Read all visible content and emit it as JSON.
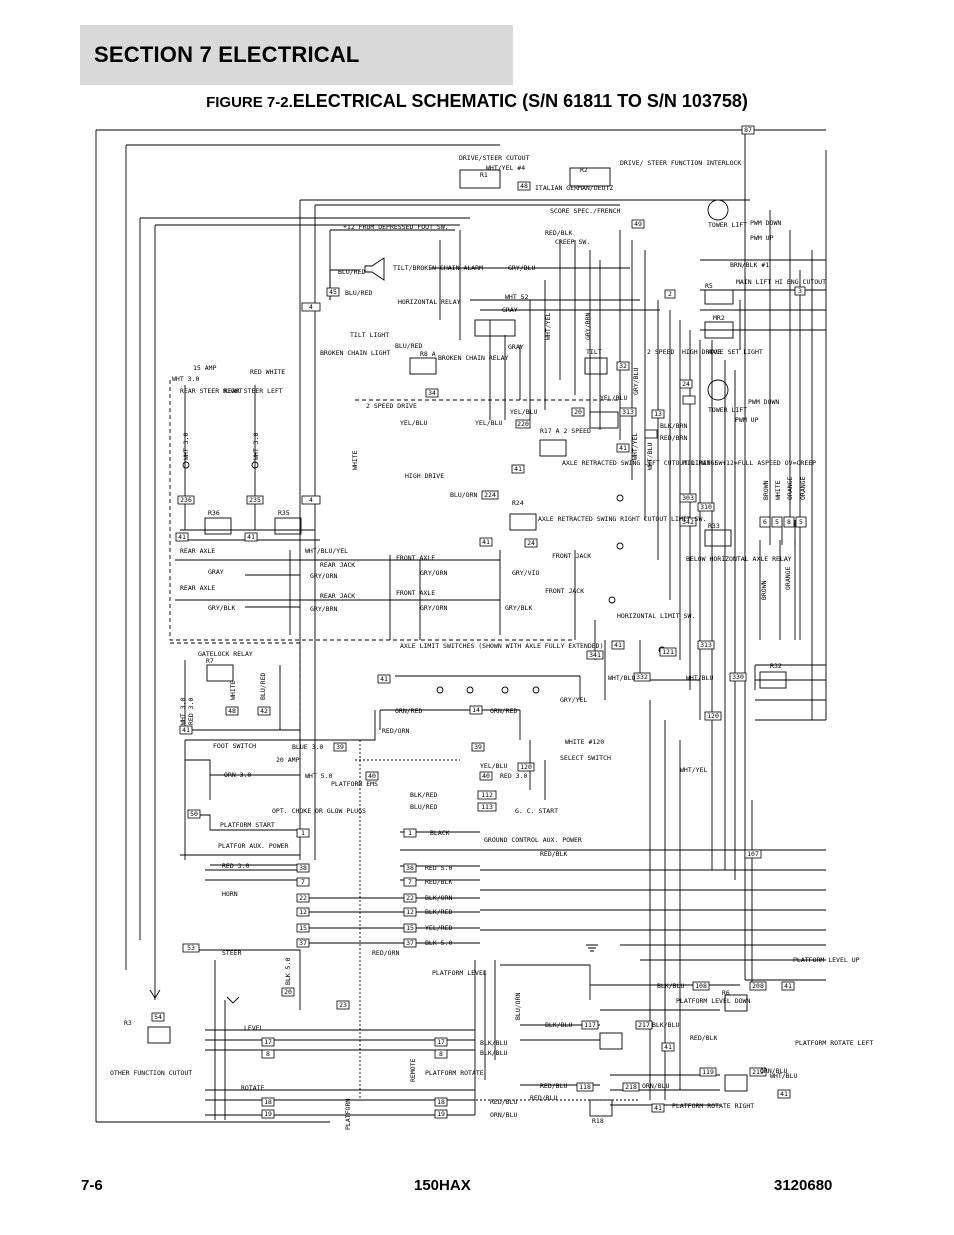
{
  "header": {
    "section": "SECTION 7   ELECTRICAL",
    "figure_prefix": "FIGURE 7-2.",
    "figure_title": "ELECTRICAL SCHEMATIC (S/N 61811 TO S/N 103758)"
  },
  "footer": {
    "page": "7-6",
    "model": "150HAX",
    "doc_number": "3120680"
  },
  "schematic": {
    "labels": {
      "drive_steer_cutout": "DRIVE/STEER CUTOUT",
      "wht_yel_4": "WHT/YEL #4",
      "drive_steer_function_interlock": "DRIVE/ STEER FUNCTION INTERLOCK",
      "italian_german_deutz": "ITALIAN GERMAN/DEUTZ",
      "score_spec_french": "SCORE SPEC./FRENCH",
      "from_depressed_foot_sw": "+12 FROM DEPRESSED FOOT SW.",
      "red_blk": "RED/BLK",
      "creep_sw": "CREEP SW.",
      "tilt_broken_chain_alarm": "TILT/BROKEN CHAIN ALARM",
      "blu_red": "BLU/RED",
      "gry_blu": "GRY/BLU",
      "horizontal_relay": "HORIZONTAL RELAY",
      "wht_52": "WHT 52",
      "gray": "GRAY",
      "tilt_light": "TILT LIGHT",
      "broken_chain_light": "BROKEN CHAIN LIGHT",
      "broken_chain_relay": "BROKEN CHAIN RELAY",
      "tilt": "TILT",
      "amp_15": "15 AMP",
      "red_white": "RED WHITE",
      "wht_30": "WHT 3.0",
      "rear_steer_right": "REAR STEER RIGHT",
      "rear_steer_left": "REAR STEER LEFT",
      "two_speed_drive": "2 SPEED DRIVE",
      "yel_blu": "YEL/BLU",
      "r17a_2speed": "R17 A 2 SPEED",
      "high_drive": "HIGH DRIVE",
      "blu_orn": "BLU/ORN",
      "axle_retracted_swing_left": "AXLE RETRACTED SWING LEFT CUTOUT LIMIT SW.",
      "axle_retracted_swing_right": "AXLE RETRACTED SWING RIGHT CUTOUT LIMIT SW.",
      "rear_axle": "REAR AXLE",
      "rear_jack": "REAR JACK",
      "front_axle": "FRONT AXLE",
      "front_jack": "FRONT JACK",
      "wht_blu_yel": "WHT/BLU/YEL",
      "gry_orn": "GRY/ORN",
      "gry_vio": "GRY/VIO",
      "gry_blk": "GRY/BLK",
      "gry_brn": "GRY/BRN",
      "axle_limit_switches": "AXLE LIMIT SWITCHES (SHOWN WITH AXLE FULLY EXTENDED)",
      "gatelock_relay": "GATELOCK RELAY",
      "horizontal_limit_sw": "HORIZONTAL LIMIT SW.",
      "wht_blu": "WHT/BLU",
      "gry_yel": "GRY/YEL",
      "orn_red": "ORN/RED",
      "red_orn": "RED/ORN",
      "foot_switch": "FOOT SWITCH",
      "blue_30": "BLUE 3.0",
      "orn_30": "ORN 3.0",
      "amp_20": "20 AMP",
      "wht_50": "WHT 5.0",
      "platform_ems": "PLATFORM EMS",
      "white_120": "WHITE #120",
      "select_switch": "SELECT SWITCH",
      "yel_blu_2": "YEL/BLU",
      "red_30": "RED 3.0",
      "wht_yel": "WHT/YEL",
      "blk_red": "BLK/RED",
      "blu_red_2": "BLU/RED",
      "opt_choke": "OPT. CHOKE OR GLOW PLUGS",
      "platform_start": "PLATFORM START",
      "gc_start": "G. C. START",
      "black": "BLACK",
      "ground_control_aux_power": "GROUND CONTROL AUX. POWER",
      "platform_aux_power": "PLATFOR AUX. POWER",
      "red_50": "RED 5.0",
      "horn": "HORN",
      "blk_orn": "BLK/ORN",
      "yel_red": "YEL/RED",
      "blk_50": "BLK 5.0",
      "steer": "STEER",
      "platform_level": "PLATFORM LEVEL",
      "platform_level_up": "PLATFORM LEVEL UP",
      "platform_level_down": "PLATFORM LEVEL DOWN",
      "blu_blu": "BLK/BLU",
      "level": "LEVEL",
      "rotate": "ROTATE",
      "remote": "REMOTE",
      "platform": "PLATFORM",
      "platform_rotate": "PLATFORM ROTATE",
      "platform_rotate_left": "PLATFORM ROTATE LEFT",
      "platform_rotate_right": "PLATFORM ROTATE RIGHT",
      "red_blu": "RED/BLU",
      "orn_blu": "ORN/BLU",
      "other_function_cutout": "OTHER FUNCTION CUTOUT",
      "tower_lift": "TOWER LIFT",
      "pwm_down": "PWM DOWN",
      "pwm_up": "PWM UP",
      "brn_blk": "BRN/BLK #1",
      "main_lift_hi_eng_cutout": "MAIN LIFT HI ENG CUTOUT",
      "two_speed": "2 SPEED",
      "high_drive_2": "HIGH DRIVE",
      "axle_set_light": "AXLE SET LIGHT",
      "mid_range": "MID RANGE +12=FULL ASPEED OV=CREEP",
      "below_horizontal_axle_relay": "BELOW HORIZONTAL AXLE RELAY",
      "brown": "BROWN",
      "orange": "ORANGE",
      "white": "WHITE",
      "yel_blu_3": "YEL/BLU",
      "blk_brn": "BLK/BRN",
      "red_brn": "RED/BRN"
    }
  }
}
